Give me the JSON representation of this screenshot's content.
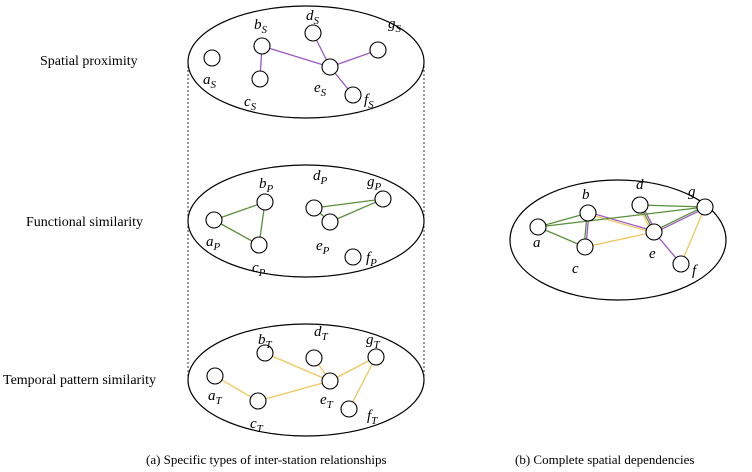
{
  "layer_labels": {
    "spatial": "Spatial proximity",
    "functional": "Functional similarity",
    "temporal": "Temporal pattern similarity"
  },
  "captions": {
    "a": "(a) Specific types of inter-station relationships",
    "b": "(b) Complete spatial dependencies"
  },
  "layers": [
    {
      "id": "S",
      "nodes": [
        {
          "id": "a",
          "base": "a",
          "sub": "S"
        },
        {
          "id": "b",
          "base": "b",
          "sub": "S"
        },
        {
          "id": "c",
          "base": "c",
          "sub": "S"
        },
        {
          "id": "d",
          "base": "d",
          "sub": "S"
        },
        {
          "id": "e",
          "base": "e",
          "sub": "S"
        },
        {
          "id": "f",
          "base": "f",
          "sub": "S"
        },
        {
          "id": "g",
          "base": "g",
          "sub": "S"
        }
      ],
      "edges": [
        [
          "b",
          "c"
        ],
        [
          "b",
          "e"
        ],
        [
          "d",
          "e"
        ],
        [
          "g",
          "e"
        ],
        [
          "e",
          "f"
        ]
      ],
      "edge_color": "#9b59c7"
    },
    {
      "id": "P",
      "nodes": [
        {
          "id": "a",
          "base": "a",
          "sub": "P"
        },
        {
          "id": "b",
          "base": "b",
          "sub": "P"
        },
        {
          "id": "c",
          "base": "c",
          "sub": "P"
        },
        {
          "id": "d",
          "base": "d",
          "sub": "P"
        },
        {
          "id": "e",
          "base": "e",
          "sub": "P"
        },
        {
          "id": "f",
          "base": "f",
          "sub": "P"
        },
        {
          "id": "g",
          "base": "g",
          "sub": "P"
        }
      ],
      "edges": [
        [
          "a",
          "b"
        ],
        [
          "a",
          "c"
        ],
        [
          "b",
          "c"
        ],
        [
          "d",
          "g"
        ],
        [
          "d",
          "e"
        ],
        [
          "e",
          "g"
        ]
      ],
      "edge_color": "#5a8f3a"
    },
    {
      "id": "T",
      "nodes": [
        {
          "id": "a",
          "base": "a",
          "sub": "T"
        },
        {
          "id": "b",
          "base": "b",
          "sub": "T"
        },
        {
          "id": "c",
          "base": "c",
          "sub": "T"
        },
        {
          "id": "d",
          "base": "d",
          "sub": "T"
        },
        {
          "id": "e",
          "base": "e",
          "sub": "T"
        },
        {
          "id": "f",
          "base": "f",
          "sub": "T"
        },
        {
          "id": "g",
          "base": "g",
          "sub": "T"
        }
      ],
      "edges": [
        [
          "a",
          "c"
        ],
        [
          "c",
          "e"
        ],
        [
          "b",
          "e"
        ],
        [
          "d",
          "e"
        ],
        [
          "e",
          "g"
        ],
        [
          "g",
          "f"
        ]
      ],
      "edge_color": "#f0c75e"
    }
  ],
  "combined": {
    "nodes": [
      {
        "id": "a",
        "label": "a"
      },
      {
        "id": "b",
        "label": "b"
      },
      {
        "id": "c",
        "label": "c"
      },
      {
        "id": "d",
        "label": "d"
      },
      {
        "id": "e",
        "label": "e"
      },
      {
        "id": "f",
        "label": "f"
      },
      {
        "id": "g",
        "label": "g"
      }
    ],
    "edges": [
      {
        "from": "a",
        "to": "b",
        "color": "#5a8f3a"
      },
      {
        "from": "a",
        "to": "c",
        "color": "#5a8f3a"
      },
      {
        "from": "b",
        "to": "c",
        "color": "#9b59c7"
      },
      {
        "from": "b",
        "to": "c",
        "color": "#5a8f3a"
      },
      {
        "from": "b",
        "to": "e",
        "color": "#9b59c7"
      },
      {
        "from": "b",
        "to": "e",
        "color": "#f0c75e"
      },
      {
        "from": "c",
        "to": "e",
        "color": "#f0c75e"
      },
      {
        "from": "d",
        "to": "e",
        "color": "#9b59c7"
      },
      {
        "from": "d",
        "to": "e",
        "color": "#5a8f3a"
      },
      {
        "from": "d",
        "to": "e",
        "color": "#f0c75e"
      },
      {
        "from": "d",
        "to": "g",
        "color": "#5a8f3a"
      },
      {
        "from": "g",
        "to": "e",
        "color": "#9b59c7"
      },
      {
        "from": "g",
        "to": "e",
        "color": "#5a8f3a"
      },
      {
        "from": "g",
        "to": "f",
        "color": "#f0c75e"
      },
      {
        "from": "e",
        "to": "f",
        "color": "#9b59c7"
      },
      {
        "from": "a",
        "to": "g",
        "color": "#5a8f3a"
      }
    ]
  }
}
